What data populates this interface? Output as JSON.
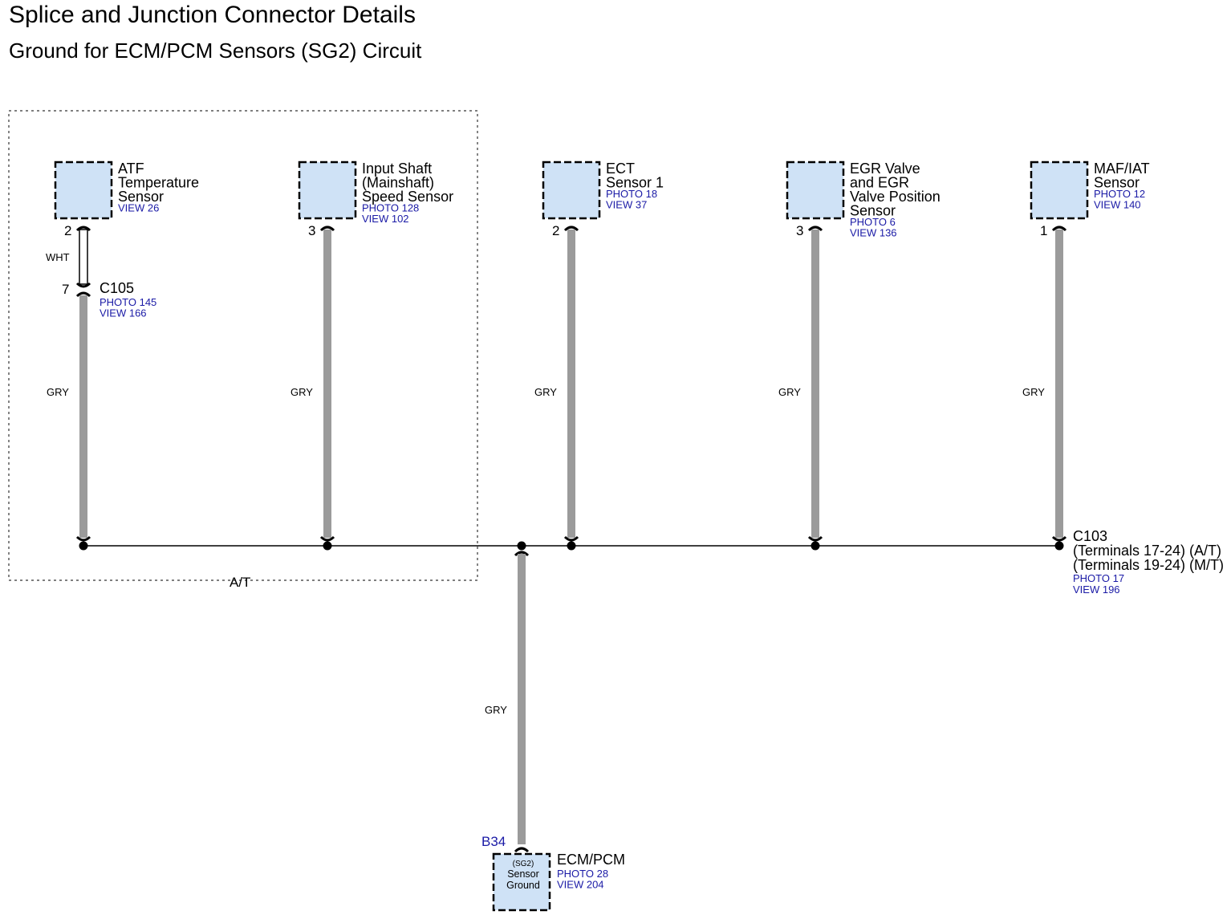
{
  "header": {
    "title": "Splice and Junction Connector Details",
    "subtitle": "Ground for ECM/PCM Sensors (SG2) Circuit"
  },
  "at_group_label": "A/T",
  "components": [
    {
      "name_lines": [
        "ATF",
        "Temperature",
        "Sensor"
      ],
      "refs": [
        "VIEW 26"
      ],
      "pin": "2"
    },
    {
      "name_lines": [
        "Input Shaft",
        "(Mainshaft)",
        "Speed Sensor"
      ],
      "refs": [
        "PHOTO 128",
        "VIEW 102"
      ],
      "pin": "3"
    },
    {
      "name_lines": [
        "ECT",
        "Sensor 1"
      ],
      "refs": [
        "PHOTO 18",
        "VIEW 37"
      ],
      "pin": "2"
    },
    {
      "name_lines": [
        "EGR Valve",
        "and EGR",
        "Valve Position",
        "Sensor"
      ],
      "refs": [
        "PHOTO 6",
        "VIEW 136"
      ],
      "pin": "3"
    },
    {
      "name_lines": [
        "MAF/IAT",
        "Sensor"
      ],
      "refs": [
        "PHOTO 12",
        "VIEW 140"
      ],
      "pin": "1"
    }
  ],
  "wires": {
    "wht": "WHT",
    "gry": "GRY"
  },
  "c105": {
    "name": "C105",
    "pin": "7",
    "refs": [
      "PHOTO 145",
      "VIEW 166"
    ]
  },
  "c103": {
    "name_lines": [
      "C103",
      "(Terminals 17-24) (A/T)",
      "(Terminals 19-24) (M/T)"
    ],
    "refs": [
      "PHOTO 17",
      "VIEW 196"
    ]
  },
  "ecm": {
    "connector": "B34",
    "terminal_lines": [
      "(SG2)",
      "Sensor",
      "Ground"
    ],
    "name": "ECM/PCM",
    "refs": [
      "PHOTO 28",
      "VIEW 204"
    ]
  },
  "colors": {
    "wire_gray": "#9b9b9b",
    "box_fill": "#cfe2f6",
    "ref_blue": "#1a1aa6"
  }
}
